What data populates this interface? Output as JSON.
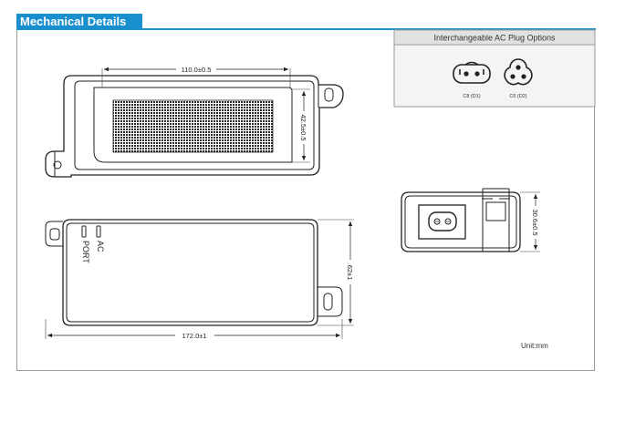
{
  "section_title": "Mechanical Details",
  "plug_options": {
    "title": "Interchangeable AC Plug Options",
    "options": [
      {
        "label": "C8 (D1)",
        "icon": "c8-d1-plug-icon"
      },
      {
        "label": "C6 (D2)",
        "icon": "c6-d2-plug-icon"
      }
    ]
  },
  "top_view": {
    "width_dim": "110.0±0.5",
    "height_dim": "42.5±0.5"
  },
  "side_view": {
    "length_dim": "172.0±1",
    "height_dim": "62±1",
    "led_labels": [
      "PORT",
      "AC"
    ]
  },
  "end_view": {
    "height_dim": "30.6±0.5"
  },
  "unit_label": "Unit:mm"
}
